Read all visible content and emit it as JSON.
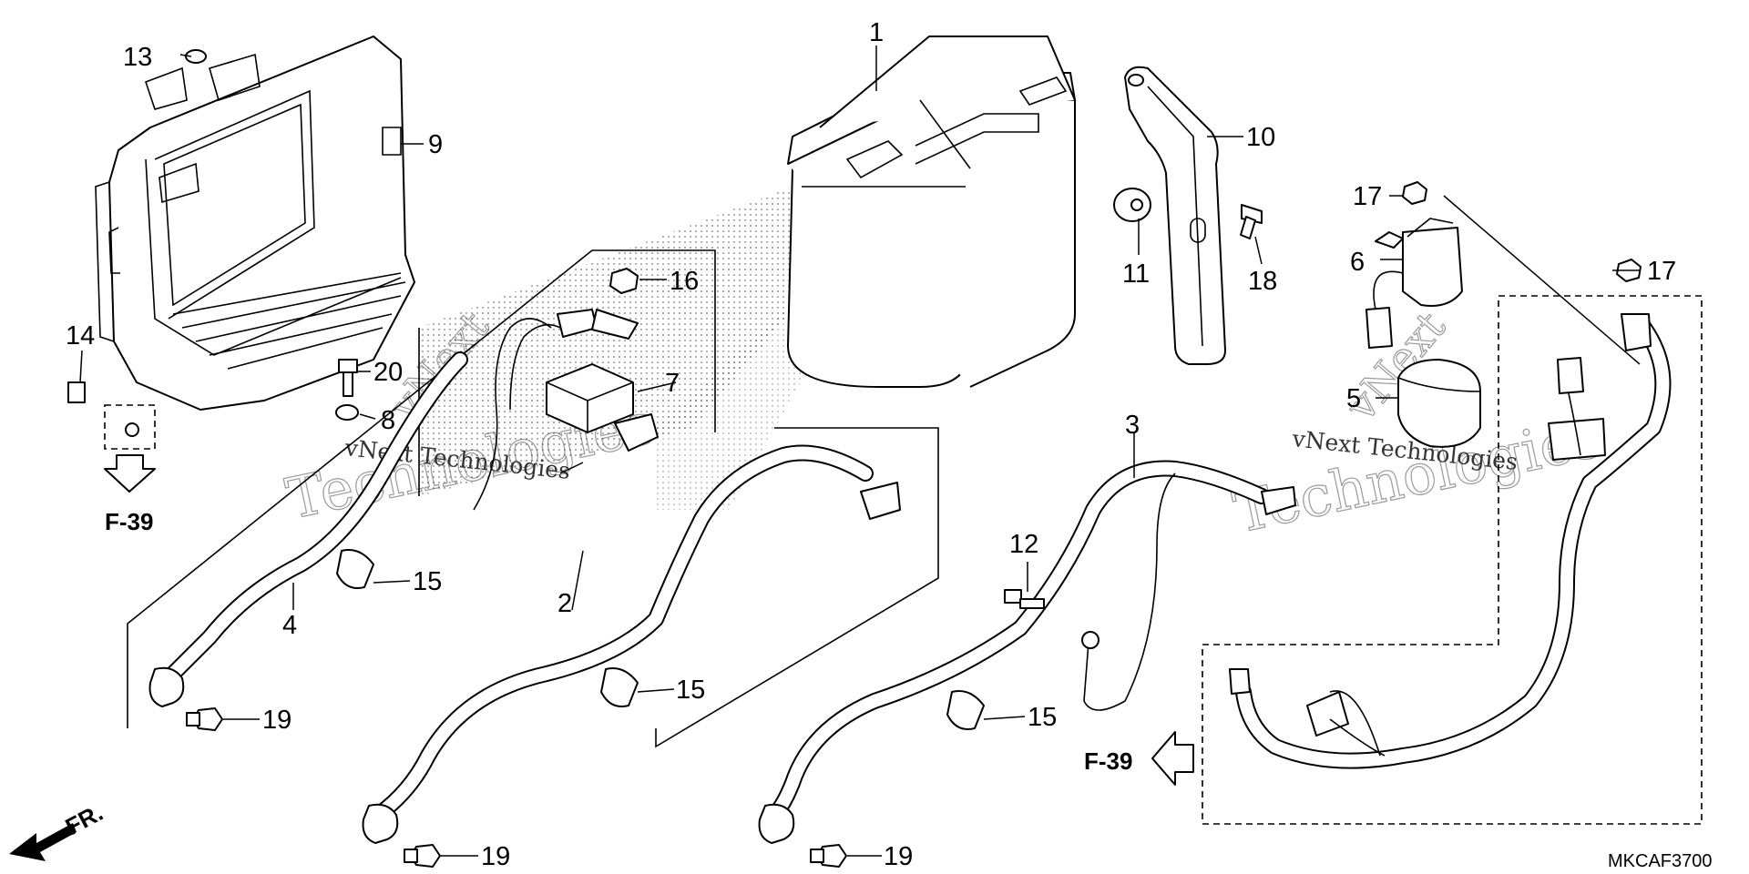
{
  "diagram": {
    "callouts": [
      {
        "num": "1"
      },
      {
        "num": "2"
      },
      {
        "num": "3"
      },
      {
        "num": "4"
      },
      {
        "num": "5"
      },
      {
        "num": "6"
      },
      {
        "num": "7"
      },
      {
        "num": "8"
      },
      {
        "num": "9"
      },
      {
        "num": "10"
      },
      {
        "num": "11"
      },
      {
        "num": "12"
      },
      {
        "num": "13"
      },
      {
        "num": "14"
      },
      {
        "num": "15"
      },
      {
        "num": "15"
      },
      {
        "num": "15"
      },
      {
        "num": "16"
      },
      {
        "num": "17"
      },
      {
        "num": "17"
      },
      {
        "num": "18"
      },
      {
        "num": "19"
      },
      {
        "num": "19"
      },
      {
        "num": "19"
      },
      {
        "num": "20"
      }
    ],
    "refs": {
      "left": "F-39",
      "right": "F-39"
    },
    "direction_label": "FR.",
    "diagram_code": "MKCAF3700",
    "watermarks": {
      "line1": "vNext Technologies",
      "line2": "Technologies",
      "line3": "vNext"
    }
  }
}
